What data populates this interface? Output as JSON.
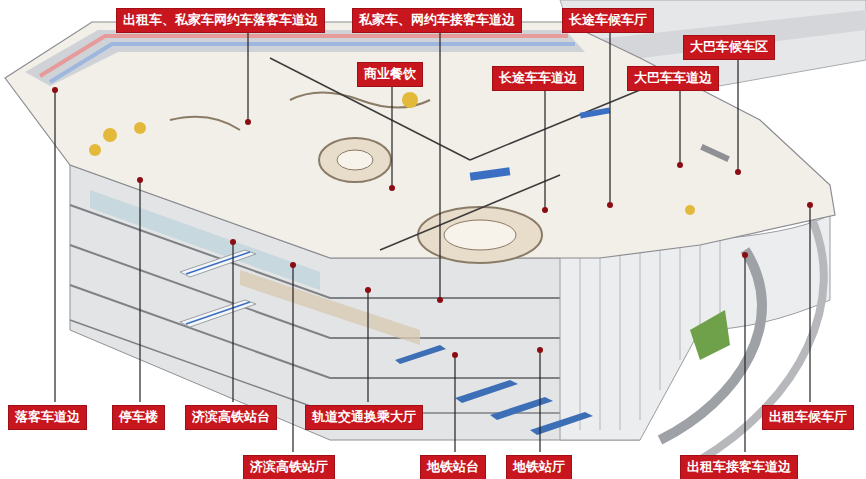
{
  "diagram": {
    "nodes": [
      {
        "text": [
          "出租车、私家车网约车落客车道边"
        ]
      },
      {
        "text": [
          "私家车、网约车接客车道边"
        ]
      },
      {
        "text": [
          "长途车候车厅"
        ]
      },
      {
        "text": [
          "大巴车候车区"
        ]
      },
      {
        "text": [
          "商业餐饮"
        ]
      },
      {
        "text": [
          "长途车车道边"
        ]
      },
      {
        "text": [
          "大巴车车道边"
        ]
      },
      {
        "text": [
          "落客车道边"
        ]
      },
      {
        "text": [
          "停车楼"
        ]
      },
      {
        "text": [
          "济滨高铁站台"
        ]
      },
      {
        "text": [
          "济滨高铁站厅"
        ]
      },
      {
        "text": [
          "轨道交通换乘大厅"
        ]
      },
      {
        "text": [
          "地铁站台"
        ]
      },
      {
        "text": [
          "地铁站厅"
        ]
      },
      {
        "text": [
          "出租车接客车道边"
        ]
      },
      {
        "text": [
          "出租车候车厅"
        ]
      }
    ]
  }
}
